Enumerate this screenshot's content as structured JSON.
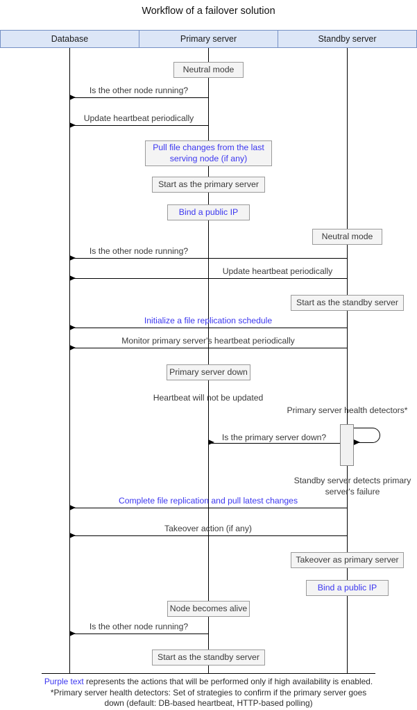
{
  "title": "Workflow of a failover solution",
  "colors": {
    "header_fill": "#dce6f7",
    "header_border": "#7590c4",
    "box_fill": "#f4f4f4",
    "box_border": "#9a9a9a",
    "purple_text": "#3b36f0",
    "line": "#000000"
  },
  "actors": [
    {
      "id": "database",
      "label": "Database"
    },
    {
      "id": "primary",
      "label": "Primary server"
    },
    {
      "id": "standby",
      "label": "Standby server"
    }
  ],
  "boxes": [
    {
      "id": "primary-neutral-mode",
      "label": "Neutral mode"
    },
    {
      "id": "primary-pull-file-changes",
      "label": "Pull file changes from the last serving node (if any)"
    },
    {
      "id": "primary-start-as-primary",
      "label": "Start as the primary server"
    },
    {
      "id": "primary-bind-public-ip",
      "label": "Bind a public IP"
    },
    {
      "id": "standby-neutral-mode",
      "label": "Neutral mode"
    },
    {
      "id": "standby-start-as-standby",
      "label": "Start as the standby server"
    },
    {
      "id": "primary-server-down",
      "label": "Primary server down"
    },
    {
      "id": "standby-takeover-primary",
      "label": "Takeover as primary server"
    },
    {
      "id": "standby-bind-public-ip",
      "label": "Bind a public IP"
    },
    {
      "id": "primary-node-alive",
      "label": "Node becomes alive"
    },
    {
      "id": "primary-start-as-standby",
      "label": "Start as the standby server"
    }
  ],
  "messages": [
    {
      "id": "m1",
      "label": "Is the other node running?"
    },
    {
      "id": "m2",
      "label": "Update heartbeat periodically"
    },
    {
      "id": "m3",
      "label": "Is the other node running?"
    },
    {
      "id": "m4",
      "label": "Update heartbeat periodically"
    },
    {
      "id": "m5",
      "label": "Initialize a file replication schedule"
    },
    {
      "id": "m6",
      "label": "Monitor primary server's heartbeat periodically"
    },
    {
      "id": "m7",
      "label": "Is the primary server down?"
    },
    {
      "id": "m8",
      "label": "Complete file replication and pull latest changes"
    },
    {
      "id": "m9",
      "label": "Takeover action (if any)"
    },
    {
      "id": "m10",
      "label": "Is the other node running?"
    }
  ],
  "notes": [
    {
      "id": "heartbeat-not-updated",
      "label": "Heartbeat will not be updated"
    },
    {
      "id": "health-detectors",
      "label": "Primary server health detectors*"
    },
    {
      "id": "standby-detects-failure",
      "label": "Standby server detects primary server's failure"
    }
  ],
  "footer": {
    "keyword": "Purple text",
    "line1_rest": " represents the actions that will be performed only if high availability is enabled.",
    "line2": "*Primary server health detectors: Set of strategies to confirm if the primary server goes",
    "line3": "down (default: DB-based heartbeat, HTTP-based polling)"
  }
}
